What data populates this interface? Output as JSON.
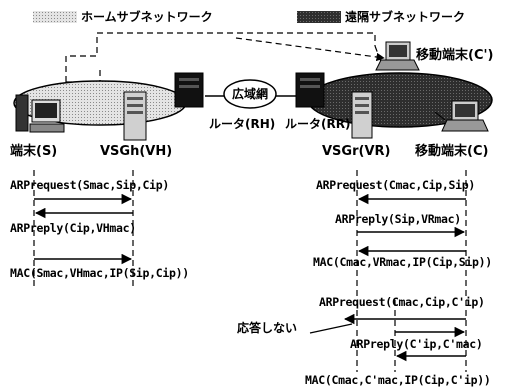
{
  "legend": {
    "home": "ホームサブネットワーク",
    "foreign": "遠隔サブネットワーク"
  },
  "labels": {
    "mobile_moved": "移動端末(C')",
    "wan": "広域網",
    "router_home": "ルータ(RH)",
    "router_remote": "ルータ(RR)",
    "terminal_s": "端末(S)",
    "vsgh": "VSGh(VH)",
    "vsgr": "VSGr(VR)",
    "mobile_c": "移動端末(C)",
    "no_answer": "応答しない"
  },
  "messages": {
    "left_arp_req": "ARPrequest(Smac,Sip,Cip)",
    "left_arp_reply": "ARPreply(Cip,VHmac)",
    "left_mac": "MAC(Smac,VHmac,IP(Sip,Cip))",
    "right_arp_req": "ARPrequest(Cmac,Cip,Sip)",
    "right_arp_reply": "ARPreply(Sip,VRmac)",
    "right_mac": "MAC(Cmac,VRmac,IP(Cip,Sip))",
    "right_arp_req2": "ARPrequest(Cmac,Cip,C'ip)",
    "right_arp_reply2": "ARPreply(C'ip,C'mac)",
    "right_mac2": "MAC(Cmac,C'mac,IP(Cip,C'ip))"
  },
  "colors": {
    "home_fill": "#c8c8c8",
    "foreign_fill": "#3a3a3a",
    "line": "#000000"
  }
}
